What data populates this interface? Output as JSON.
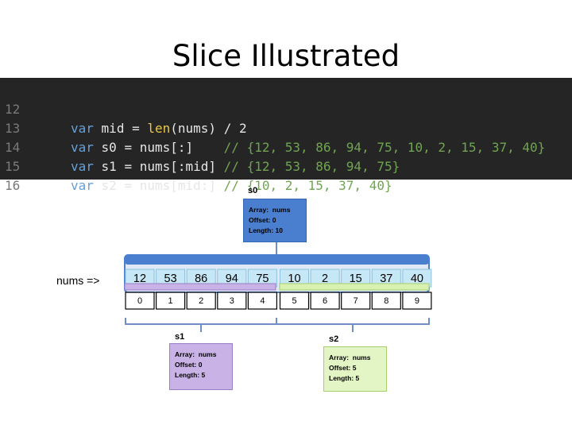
{
  "title": "Slice Illustrated",
  "code": {
    "lines": [
      {
        "num": "12",
        "kw": "var",
        "var": "mid",
        "rest": " = ",
        "fn": "len",
        "rest2": "(nums) / 2",
        "comment": ""
      },
      {
        "num": "13",
        "kw": "var",
        "var": "s0",
        "rest": " = nums[:]    ",
        "fn": "",
        "rest2": "",
        "comment": "// {12, 53, 86, 94, 75, 10, 2, 15, 37, 40}"
      },
      {
        "num": "14",
        "kw": "var",
        "var": "s1",
        "rest": " = nums[:mid] ",
        "fn": "",
        "rest2": "",
        "comment": "// {12, 53, 86, 94, 75}"
      },
      {
        "num": "15",
        "kw": "var",
        "var": "s2",
        "rest": " = nums[mid:] ",
        "fn": "",
        "rest2": "",
        "comment": "// {10, 2, 15, 37, 40}"
      },
      {
        "num": "16",
        "kw": "",
        "var": "",
        "rest": "",
        "fn": "",
        "rest2": "",
        "comment": ""
      }
    ]
  },
  "array": {
    "label": "nums =>",
    "values": [
      "12",
      "53",
      "86",
      "94",
      "75",
      "10",
      "2",
      "15",
      "37",
      "40"
    ],
    "indices": [
      "0",
      "1",
      "2",
      "3",
      "4",
      "5",
      "6",
      "7",
      "8",
      "9"
    ]
  },
  "slices": {
    "s0": {
      "name": "s0",
      "array_line": "Array:  nums",
      "offset_line": "Offset: 0",
      "length_line": "Length: 10",
      "fill": "#4a7fd0",
      "border": "#3567b3"
    },
    "s1": {
      "name": "s1",
      "array_line": "Array:  nums",
      "offset_line": "Offset: 0",
      "length_line": "Length: 5",
      "fill": "#c9b3e6",
      "border": "#9a7cc7"
    },
    "s2": {
      "name": "s2",
      "array_line": "Array:  nums",
      "offset_line": "Offset: 5",
      "length_line": "Length: 5",
      "fill": "#e3f5c4",
      "border": "#a6d06e"
    }
  },
  "colors": {
    "cell_fill": "#c6e7f5",
    "cell_border": "#8fc3dd",
    "bar_s0": "#4a7fd0",
    "bar_s1": "#c9b3e6",
    "bar_s2": "#d8f0b0",
    "brace": "#6f8fc4"
  }
}
